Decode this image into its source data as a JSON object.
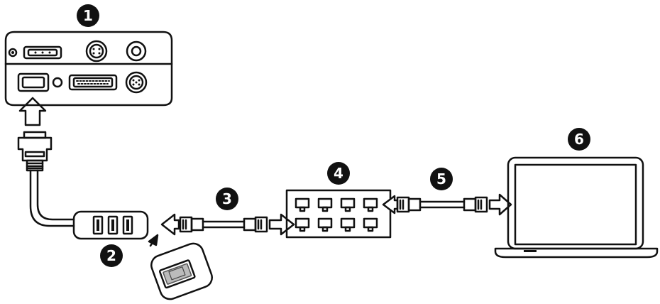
{
  "callouts": [
    {
      "id": "device",
      "number": "1"
    },
    {
      "id": "usb-adapter",
      "number": "2"
    },
    {
      "id": "cable-a",
      "number": "3"
    },
    {
      "id": "switch",
      "number": "4"
    },
    {
      "id": "cable-b",
      "number": "5"
    },
    {
      "id": "laptop",
      "number": "6"
    }
  ],
  "colors": {
    "stroke": "#111111",
    "badge": "#111111",
    "badge_text": "#ffffff",
    "background": "#ffffff"
  }
}
